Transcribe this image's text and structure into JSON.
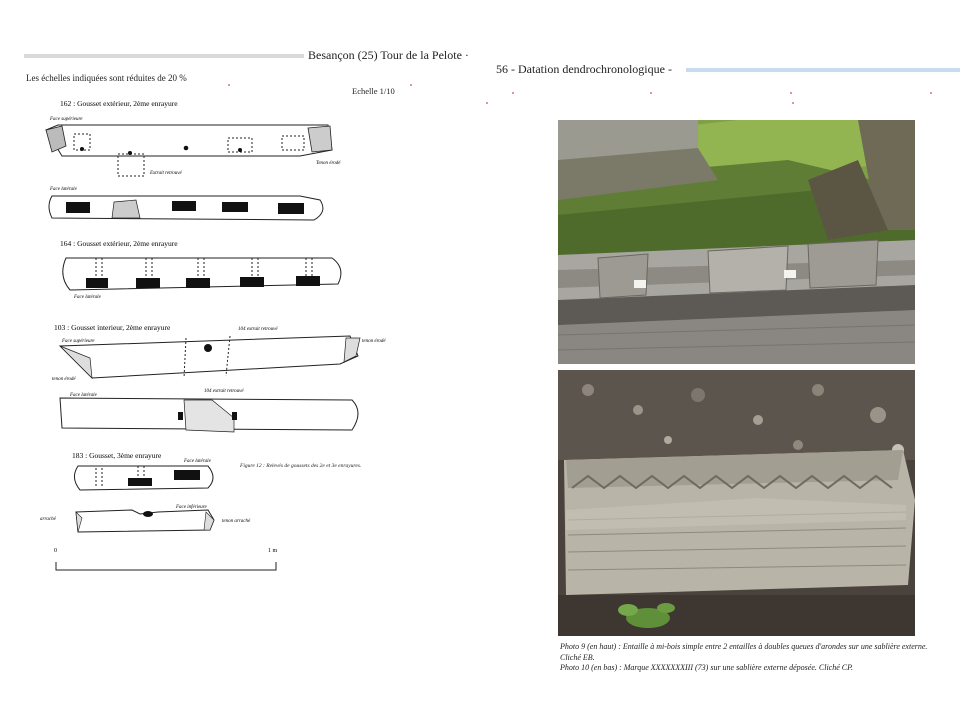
{
  "header": {
    "left_title": "Besançon (25) Tour de la Pelote ·",
    "right_title": "56 - Datation dendrochronologique -"
  },
  "drawings": {
    "scale_note": "Les échelles indiquées sont réduites de 20 %",
    "echelle": "Echelle 1/10",
    "fig162": {
      "title": "162 : Gousset extérieur, 2ème enrayure",
      "face_sup": "Face supérieure",
      "extrait": "Extrait retrouvé",
      "tenon": "Tenon érodé",
      "face_lat": "Face latérale"
    },
    "fig164": {
      "title": "164 : Gousset extérieur, 2ème enrayure",
      "face_lat": "Face latérale"
    },
    "fig103": {
      "title": "103 : Gousset interieur, 2ème enrayure",
      "extrait104_top": "104 extrait retrouvé",
      "tenon_right": "tenon érodé",
      "face_sup": "Face supérieure",
      "tenon_left": "tenon érodé",
      "face_lat": "Face latérale",
      "extrait104_bottom": "104 extrait retrouvé"
    },
    "fig183": {
      "title": "183 : Gousset, 3ème enrayure",
      "face_lat": "Face latérale",
      "face_inf": "Face inférieure",
      "arrache": "arraché",
      "tenon_arrache": "tenon arraché"
    },
    "figure_caption": "Figure 12 : Relevés de goussets des 2e et 3e enrayures.",
    "scalebar": {
      "start": "0",
      "end": "1 m"
    }
  },
  "photos": {
    "caption_line1": "Photo 9 (en haut) : Entaille à mi-bois simple entre 2 entailles à doubles queues d'arondes sur une sablière externe. Cliché EB.",
    "caption_line2": "Photo 10 (en bas) : Marque XXXXXXXIII (73) sur une sablière externe déposée. Cliché CP."
  }
}
